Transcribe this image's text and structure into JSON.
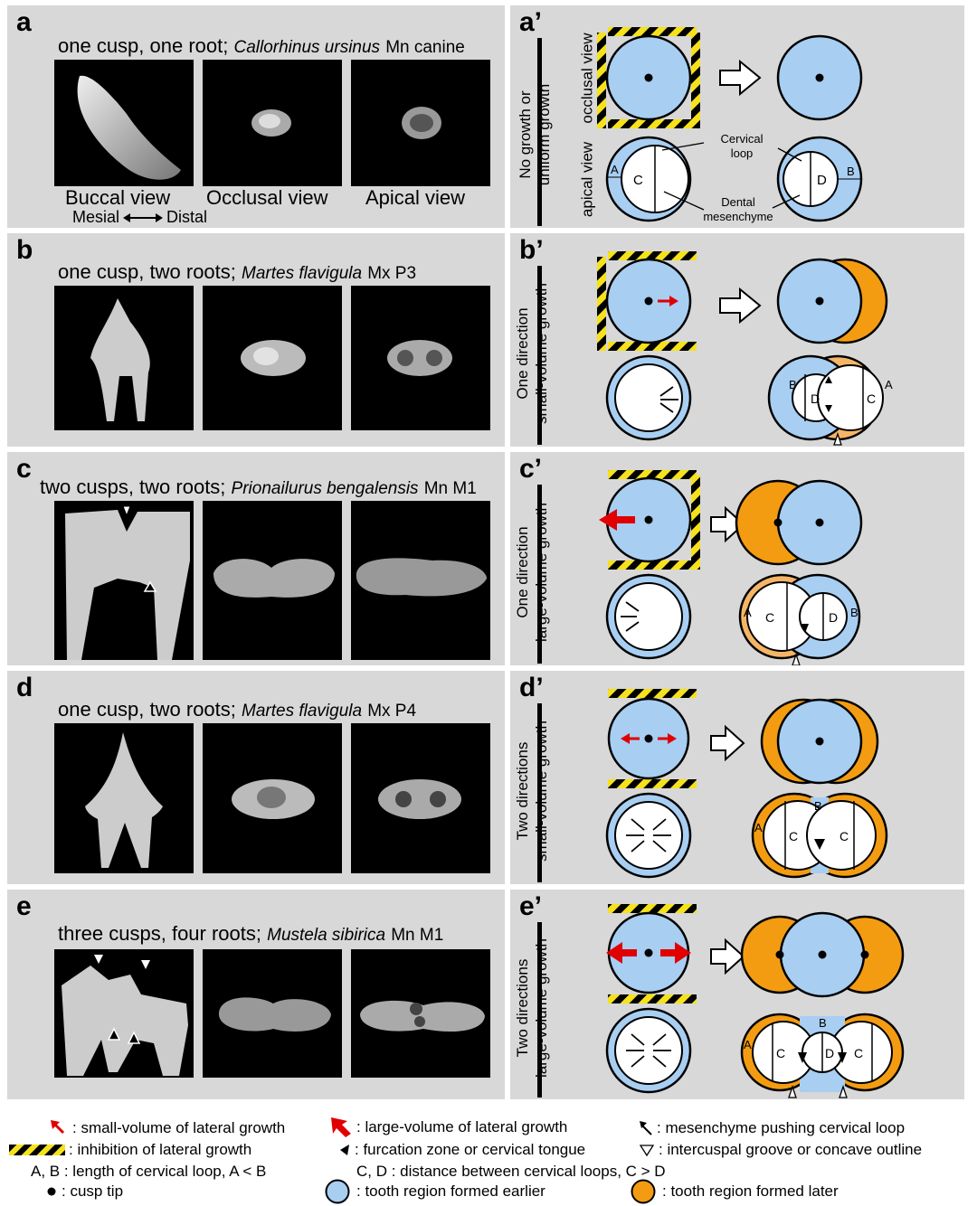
{
  "colors": {
    "panel_bg": "#d8d8d8",
    "early": "#a8cef2",
    "late": "#f39c12",
    "late_light": "#f5b567",
    "arrow": "#e00000",
    "hatch_yellow": "#f5e21c"
  },
  "panels": [
    {
      "letter": "a",
      "caption_main": "one cusp, one root;",
      "species": "Callorhinus ursinus",
      "tooth": "Mn canine",
      "view_labels": [
        "Buccal view",
        "Occlusal view",
        "Apical view"
      ],
      "direction": {
        "left": "Mesial",
        "right": "Distal"
      }
    },
    {
      "letter": "b",
      "caption_main": "one cusp, two roots;",
      "species": "Martes flavigula",
      "tooth": "Mx P3"
    },
    {
      "letter": "c",
      "caption_main": "two cusps, two roots;",
      "species": "Prionailurus bengalensis",
      "tooth": "Mn M1"
    },
    {
      "letter": "d",
      "caption_main": "one cusp, two roots;",
      "species": "Martes flavigula",
      "tooth": "Mx P4"
    },
    {
      "letter": "e",
      "caption_main": "three cusps, four roots;",
      "species": "Mustela sibirica",
      "tooth": "Mn M1"
    }
  ],
  "schemes": [
    {
      "letter": "a’",
      "title_line1": "No growth  or",
      "title_line2": "uniform growth",
      "view_occlusal": "occlusal view",
      "view_apical": "apical view",
      "labels": {
        "cervical_loop": [
          "Cervical",
          "loop"
        ],
        "dental_mesenchyme": [
          "Dental",
          "mesenchyme"
        ]
      }
    },
    {
      "letter": "b’",
      "title_line1": "One direction",
      "title_line2": "small-volume growth"
    },
    {
      "letter": "c’",
      "title_line1": "One direction",
      "title_line2": "large-volume growth"
    },
    {
      "letter": "d’",
      "title_line1": "Two directions",
      "title_line2": "small-volume growth"
    },
    {
      "letter": "e’",
      "title_line1": "Two directions",
      "title_line2": "large-volume growth"
    }
  ],
  "region_letters": {
    "A": "A",
    "B": "B",
    "C": "C",
    "D": "D"
  },
  "legend": {
    "small_growth": ": small-volume of lateral growth",
    "large_growth": ": large-volume of lateral growth",
    "mesenchyme_push": ": mesenchyme pushing cervical loop",
    "inhibition": ": inhibition of lateral growth",
    "furcation": ": furcation zone or cervical tongue",
    "intercuspal": ": intercuspal groove or concave outline",
    "ab": "A, B : length of cervical loop,  A < B",
    "cd": "C, D : distance between cervical loops,  C > D",
    "cusp_tip": ": cusp tip",
    "earlier": ": tooth region formed earlier",
    "later": ": tooth region formed later"
  }
}
